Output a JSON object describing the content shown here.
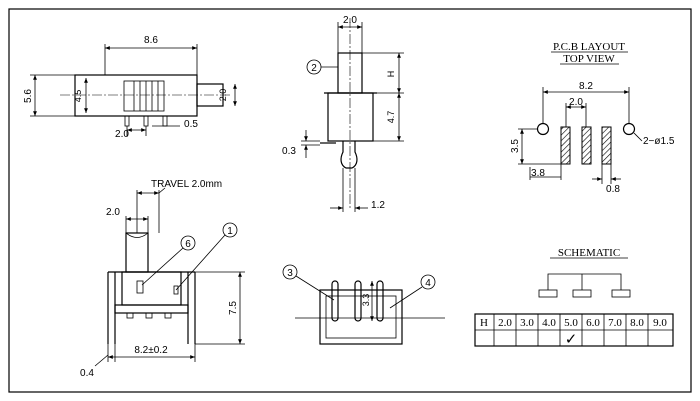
{
  "dimensions": {
    "top_len": "8.6",
    "top_h_outer": "5.6",
    "top_h_inner": "4.5",
    "top_act_h": "2.0",
    "top_pin_pitch": "2.0",
    "top_pin_w": "0.5",
    "side_act_w": "2.0",
    "side_h": "H",
    "side_body_h": "4.7",
    "side_tab_t": "0.3",
    "side_pin_w": "1.2",
    "front_travel": "TRAVEL 2.0mm",
    "front_act_w": "2.0",
    "front_height": "7.5",
    "front_width": "8.2±0.2",
    "front_pin_t": "0.4",
    "rear_pin_h": "3.3"
  },
  "callouts": [
    "1",
    "2",
    "3",
    "4",
    "6"
  ],
  "pcb": {
    "title": "P.C.B LAYOUT",
    "subtitle": "TOP VIEW",
    "span": "8.2",
    "pitch": "2.0",
    "height": "3.5",
    "offset": "3.8",
    "pad_w": "0.8",
    "hole": "2−ø1.5"
  },
  "schematic": {
    "title": "SCHEMATIC",
    "table": {
      "header": "H",
      "values": [
        "2.0",
        "3.0",
        "4.0",
        "5.0",
        "6.0",
        "7.0",
        "8.0",
        "9.0"
      ],
      "checked": "5.0",
      "check_mark": "✓"
    }
  }
}
